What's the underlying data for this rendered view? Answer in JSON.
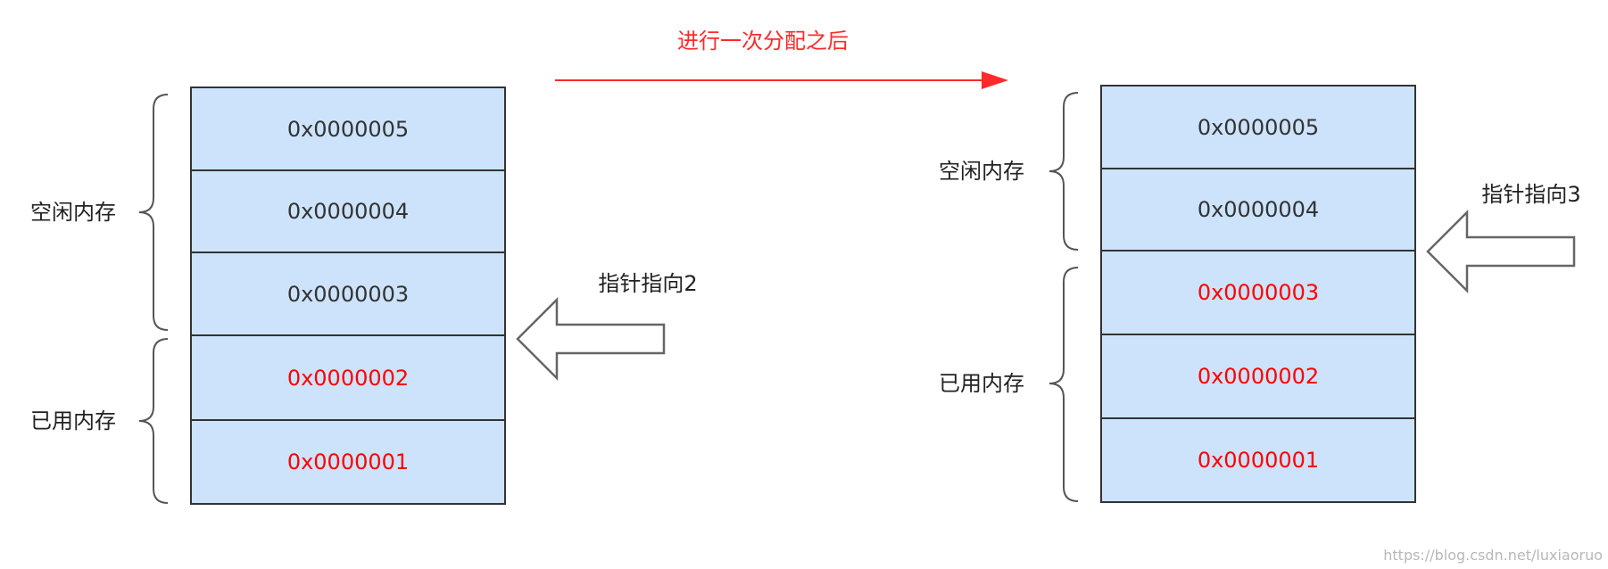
{
  "caption": {
    "text": "进行一次分配之后",
    "color": "#ff2a2a"
  },
  "colors": {
    "used": "#ff0000",
    "free": "#333333",
    "cell_fill": "#cce3fb"
  },
  "before": {
    "cells": [
      {
        "address": "0x0000005",
        "state": "free"
      },
      {
        "address": "0x0000004",
        "state": "free"
      },
      {
        "address": "0x0000003",
        "state": "free"
      },
      {
        "address": "0x0000002",
        "state": "used"
      },
      {
        "address": "0x0000001",
        "state": "used"
      }
    ],
    "free_label": "空闲内存",
    "used_label": "已用内存",
    "pointer_label": "指针指向2"
  },
  "after": {
    "cells": [
      {
        "address": "0x0000005",
        "state": "free"
      },
      {
        "address": "0x0000004",
        "state": "free"
      },
      {
        "address": "0x0000003",
        "state": "used"
      },
      {
        "address": "0x0000002",
        "state": "used"
      },
      {
        "address": "0x0000001",
        "state": "used"
      }
    ],
    "free_label": "空闲内存",
    "used_label": "已用内存",
    "pointer_label": "指针指向3"
  },
  "watermark": "https://blog.csdn.net/luxiaoruo"
}
